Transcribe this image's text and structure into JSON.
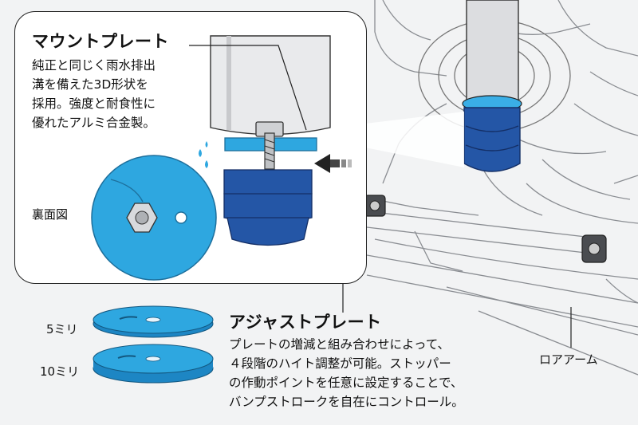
{
  "mount_plate": {
    "title": "マウントプレート",
    "description": "純正と同じく雨水排出\n溝を備えた3D形状を\n採用。強度と耐食性に\n優れたアルミ合金製。"
  },
  "rear_view_label": "裏面図",
  "adjust_plate": {
    "title": "アジャストプレート",
    "description": "プレートの増減と組み合わせによって、\n４段階のハイト調整が可能。ストッパー\nの作動ポイントを任意に設定することで、\nバンプストロークを自在にコントロール。"
  },
  "plate_5mm_label": "5ミリ",
  "plate_10mm_label": "10ミリ",
  "lower_arm_label": "ロアアーム",
  "colors": {
    "plate_blue": "#2ea7e0",
    "stopper_blue": "#2456a6",
    "stopper_dark": "#1a3f85",
    "cup_gray": "#e7e8ea",
    "line": "#222222"
  }
}
